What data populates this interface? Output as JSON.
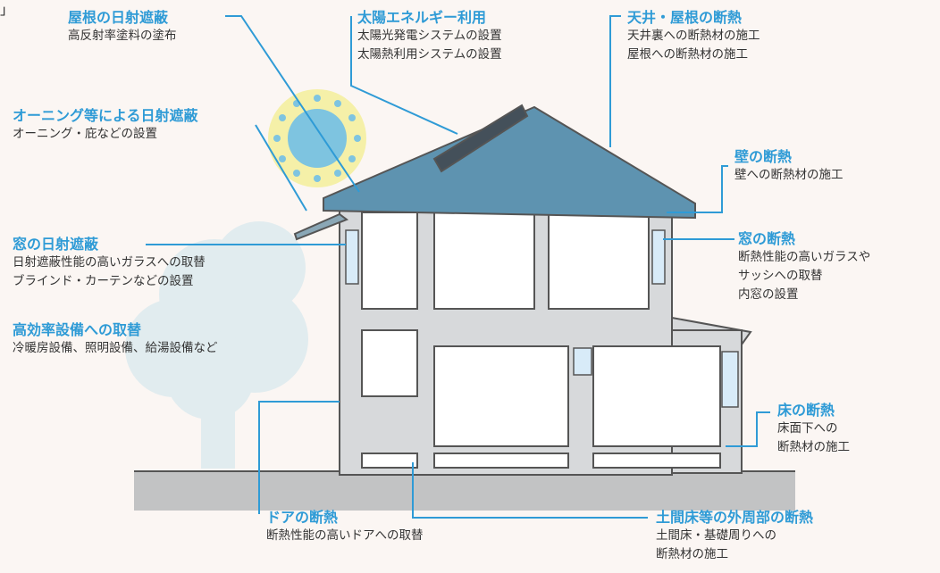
{
  "corner_mark": "」",
  "labels": {
    "roof_shade": {
      "title": "屋根の日射遮蔽",
      "lines": [
        "高反射率塗料の塗布"
      ]
    },
    "solar": {
      "title": "太陽エネルギー利用",
      "lines": [
        "太陽光発電システムの設置",
        "太陽熱利用システムの設置"
      ]
    },
    "ceiling": {
      "title": "天井・屋根の断熱",
      "lines": [
        "天井裏への断熱材の施工",
        "屋根への断熱材の施工"
      ]
    },
    "awning": {
      "title": "オーニング等による日射遮蔽",
      "lines": [
        "オーニング・庇などの設置"
      ]
    },
    "wall": {
      "title": "壁の断熱",
      "lines": [
        "壁への断熱材の施工"
      ]
    },
    "window_shade": {
      "title": "窓の日射遮蔽",
      "lines": [
        "日射遮蔽性能の高いガラスへの取替",
        "ブラインド・カーテンなどの設置"
      ]
    },
    "window_ins": {
      "title": "窓の断熱",
      "lines": [
        "断熱性能の高いガラスや",
        "サッシへの取替",
        "内窓の設置"
      ]
    },
    "equipment": {
      "title": "高効率設備への取替",
      "lines": [
        "冷暖房設備、照明設備、給湯設備など"
      ]
    },
    "floor": {
      "title": "床の断熱",
      "lines": [
        "床面下への",
        "断熱材の施工"
      ]
    },
    "door": {
      "title": "ドアの断熱",
      "lines": [
        "断熱性能の高いドアへの取替"
      ]
    },
    "earth_floor": {
      "title": "土間床等の外周部の断熱",
      "lines": [
        "土間床・基礎周りへの",
        "断熱材の施工"
      ]
    }
  },
  "colors": {
    "accent": "#2f9bd6",
    "roof": "#5e93b0",
    "wall": "#d7d9db",
    "window": "#d8ebf8",
    "tree": "#e1ecef",
    "sun_ring": "#f5f0a8",
    "sun_core": "#7ec4e0",
    "ground": "#c2c3c4"
  }
}
